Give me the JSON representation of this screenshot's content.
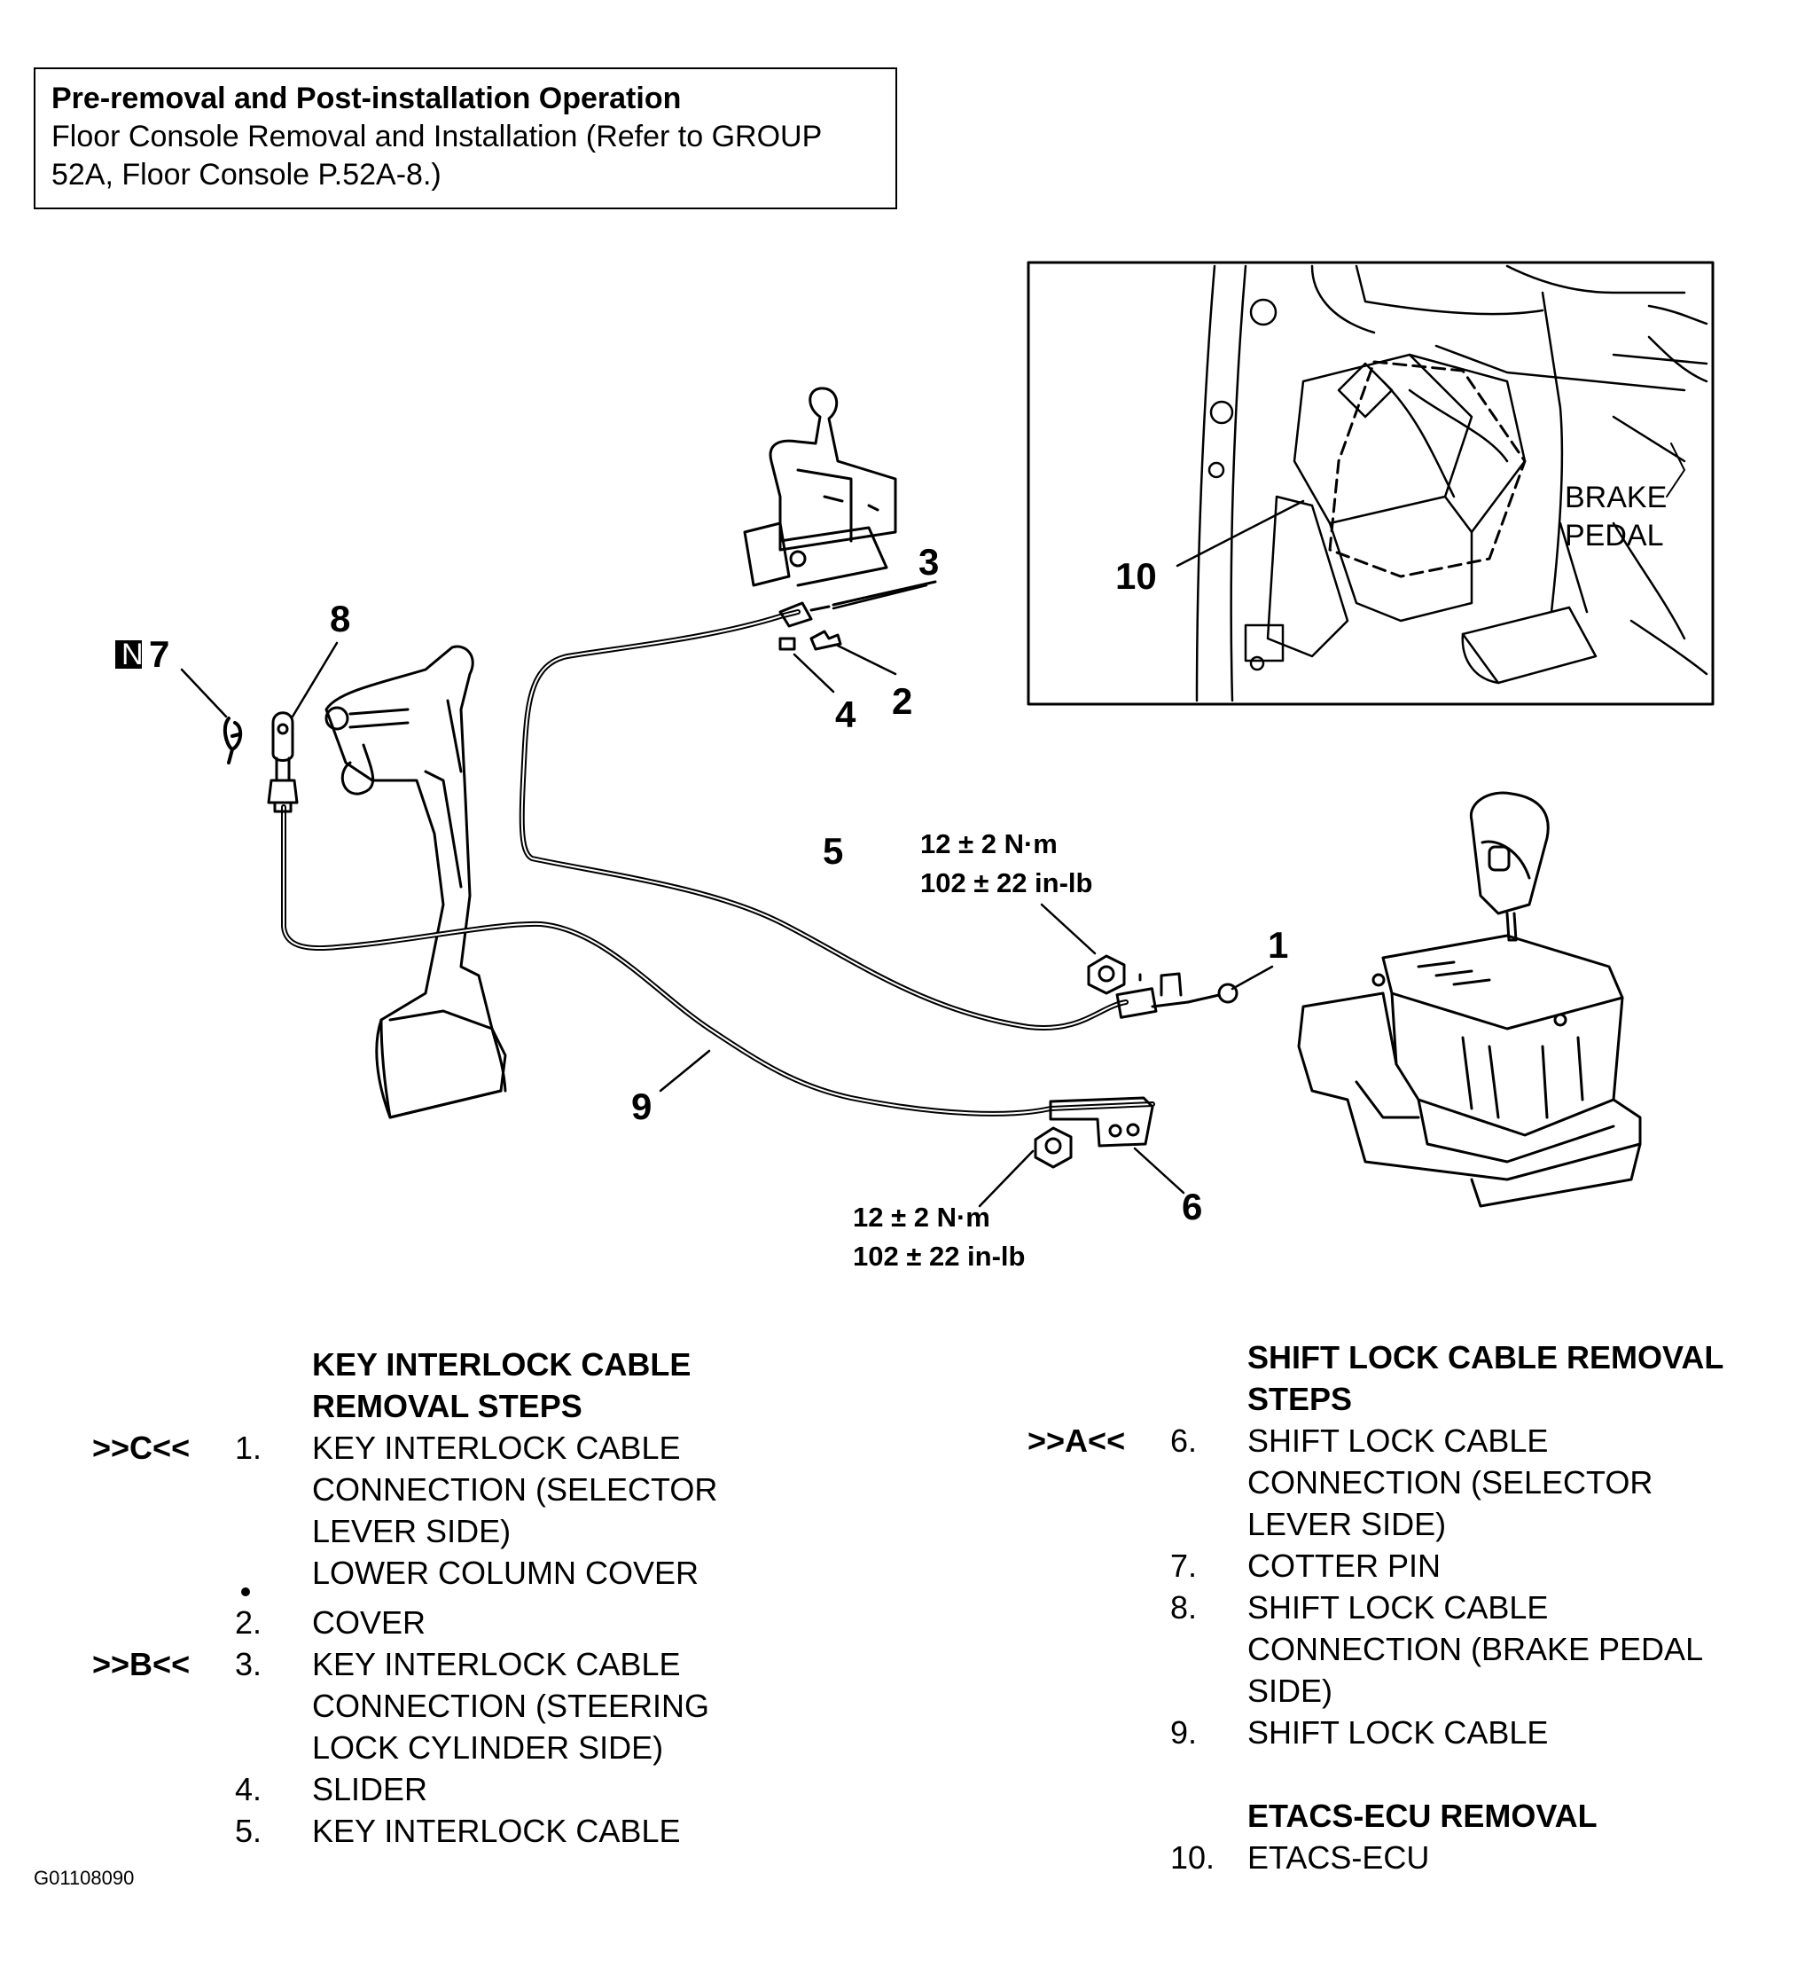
{
  "header": {
    "title": "Pre-removal and Post-installation Operation",
    "text": "Floor Console Removal and Installation (Refer to GROUP\n52A, Floor Console P.52A-8.)"
  },
  "callouts": {
    "c1": "1",
    "c2": "2",
    "c3": "3",
    "c4": "4",
    "c5": "5",
    "c6": "6",
    "c7": "7",
    "c8": "8",
    "c9": "9",
    "c10": "10",
    "n_badge": "N"
  },
  "torque": {
    "top_line1": "12 ± 2 N·m",
    "top_line2": "102 ± 22 in-lb",
    "bottom_line1": "12 ± 2 N·m",
    "bottom_line2": "102 ± 22 in-lb"
  },
  "inset": {
    "label": "BRAKE\nPEDAL",
    "label_line1": "BRAKE",
    "label_line2": "PEDAL"
  },
  "left_steps": {
    "heading": "KEY INTERLOCK CABLE\nREMOVAL STEPS",
    "items": [
      {
        "ref": ">>C<<",
        "num": "1.",
        "desc": "KEY INTERLOCK CABLE\nCONNECTION (SELECTOR\nLEVER SIDE)"
      },
      {
        "ref": "",
        "num": "",
        "desc": "LOWER COLUMN COVER"
      },
      {
        "ref": "",
        "num": "2.",
        "desc": "COVER"
      },
      {
        "ref": ">>B<<",
        "num": "3.",
        "desc": "KEY INTERLOCK CABLE\nCONNECTION (STEERING\nLOCK CYLINDER SIDE)"
      },
      {
        "ref": "",
        "num": "4.",
        "desc": "SLIDER"
      },
      {
        "ref": "",
        "num": "5.",
        "desc": "KEY INTERLOCK CABLE"
      }
    ]
  },
  "right_steps": {
    "heading": "SHIFT LOCK CABLE REMOVAL\nSTEPS",
    "items": [
      {
        "ref": ">>A<<",
        "num": "6.",
        "desc": "SHIFT LOCK CABLE\nCONNECTION (SELECTOR\nLEVER SIDE)"
      },
      {
        "ref": "",
        "num": "7.",
        "desc": "COTTER PIN"
      },
      {
        "ref": "",
        "num": "8.",
        "desc": "SHIFT LOCK CABLE\nCONNECTION (BRAKE PEDAL\nSIDE)"
      },
      {
        "ref": "",
        "num": "9.",
        "desc": "SHIFT LOCK CABLE"
      }
    ],
    "ecu_heading": "ETACS-ECU REMOVAL",
    "ecu_item": {
      "num": "10.",
      "desc": "ETACS-ECU"
    }
  },
  "figure_code": "G01108090"
}
